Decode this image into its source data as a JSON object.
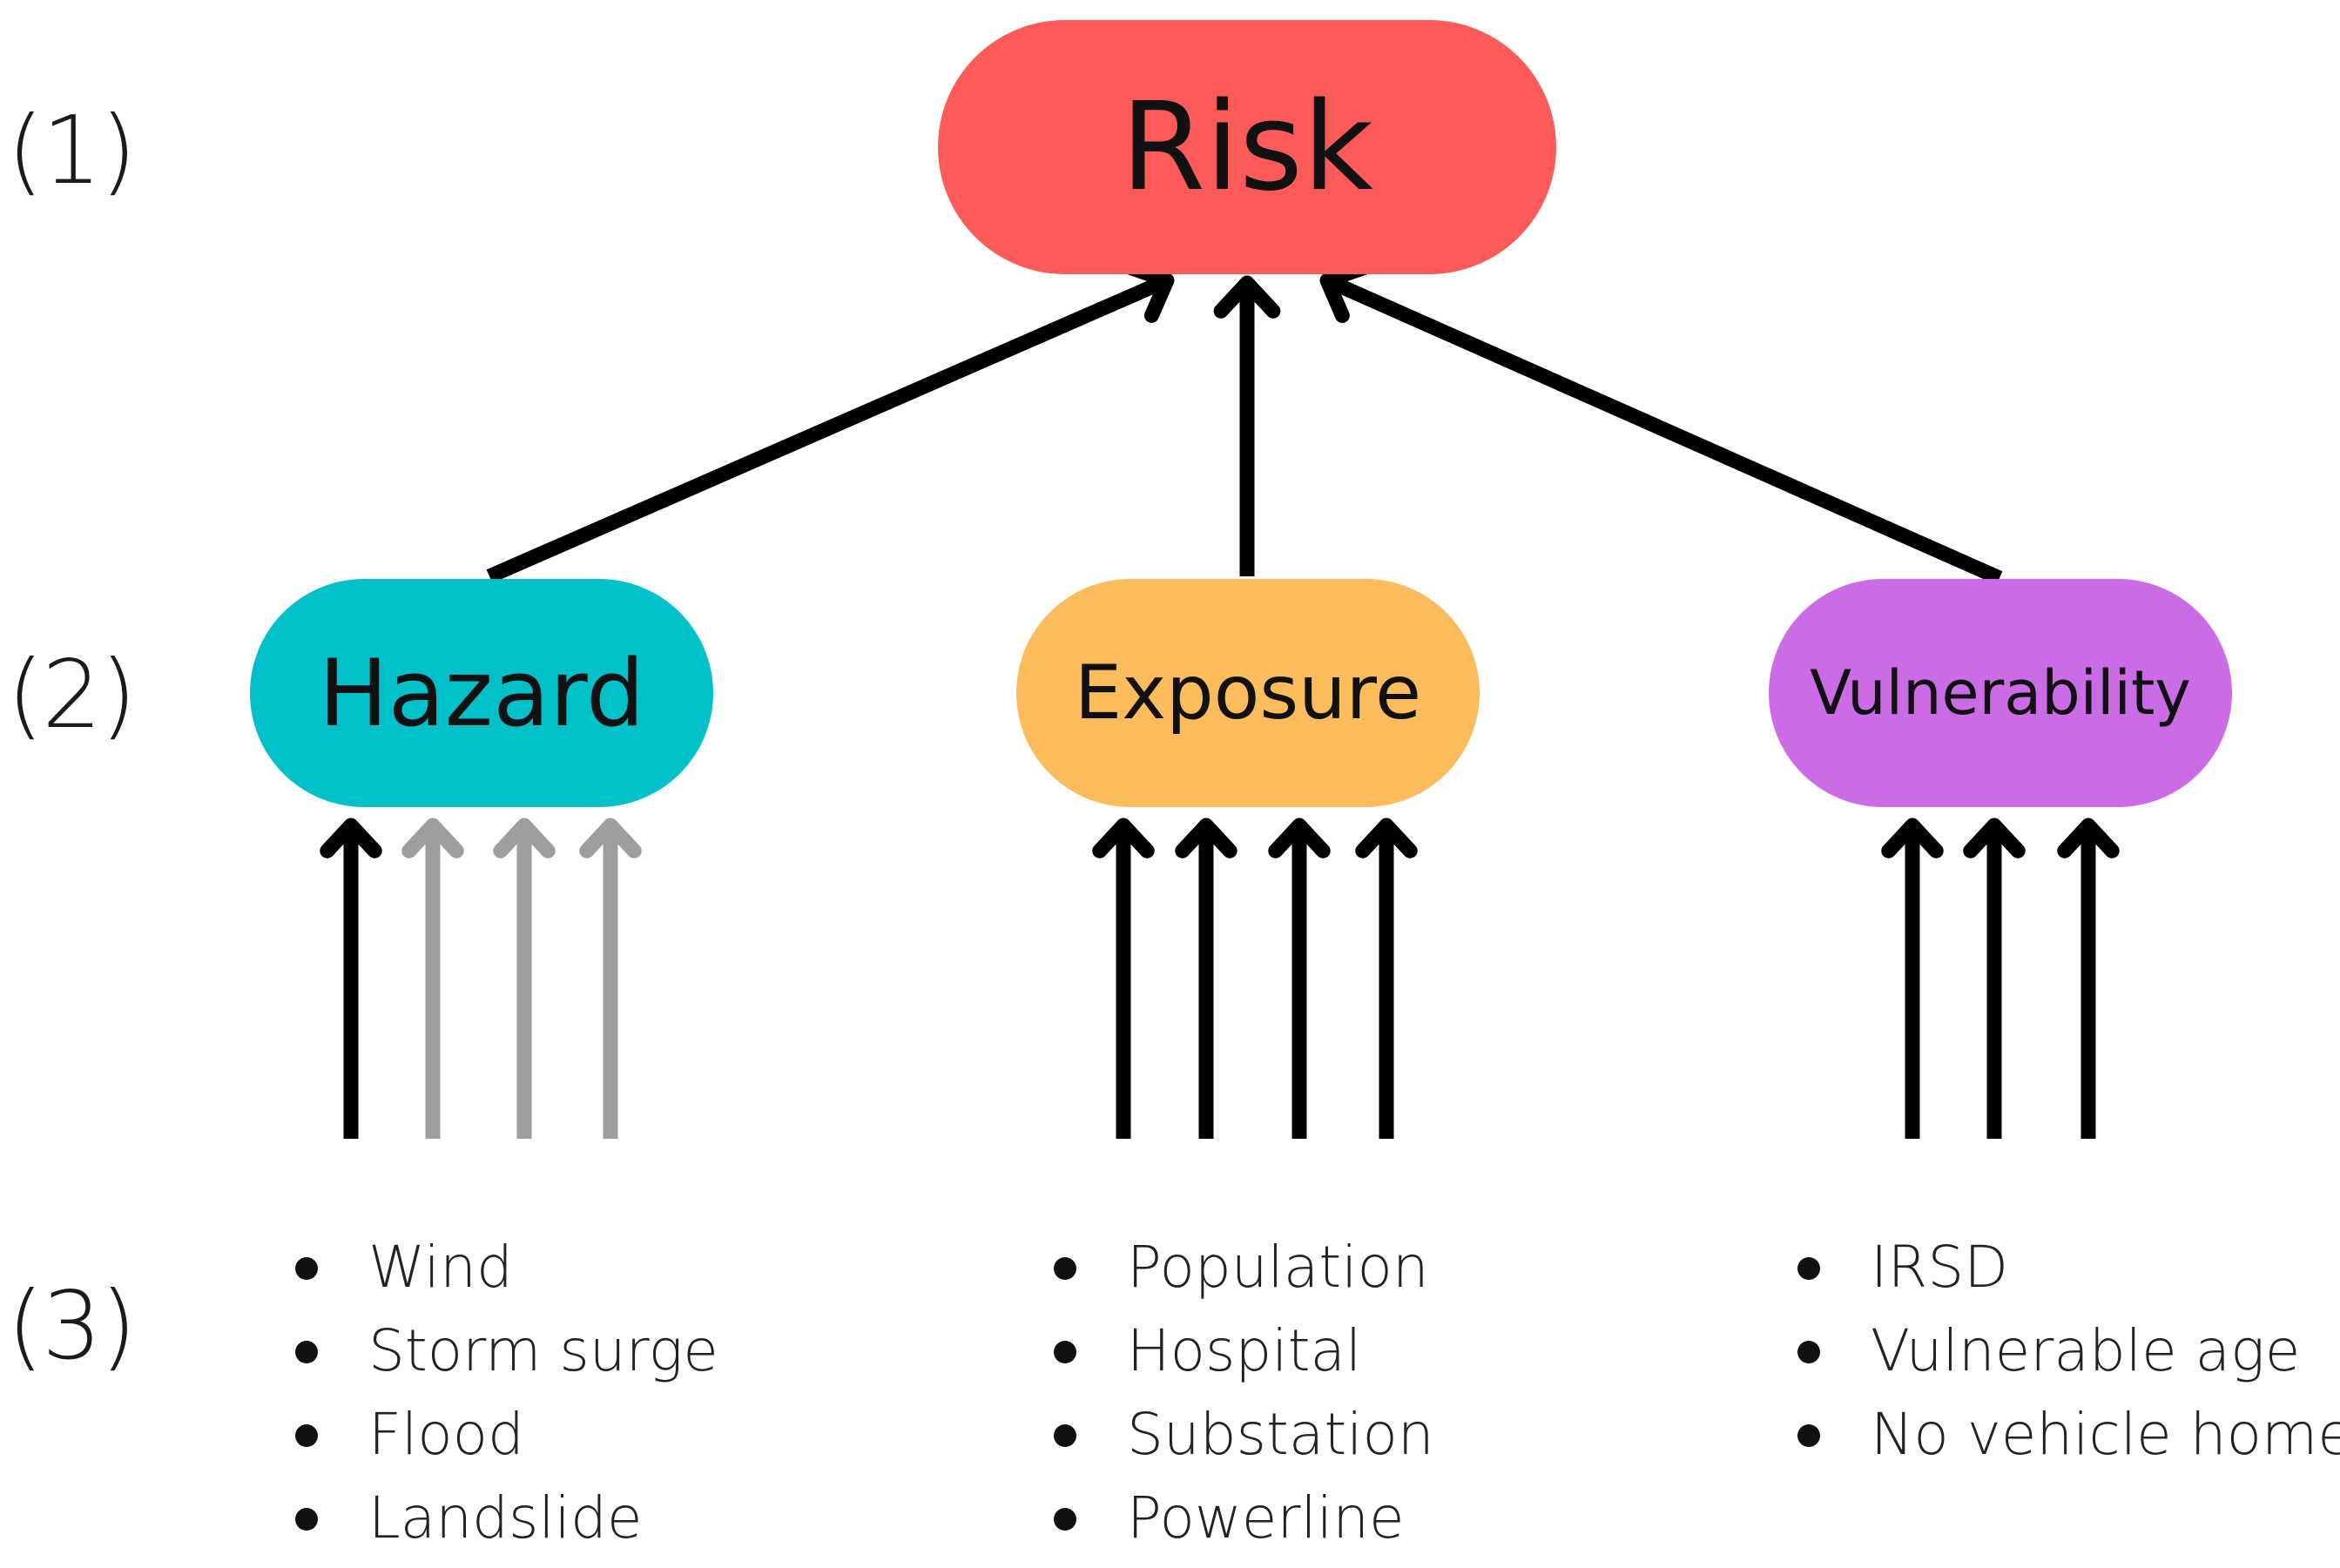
{
  "levels": [
    "(1)",
    "(2)",
    "(3)"
  ],
  "nodes": {
    "risk": {
      "label": "Risk",
      "color": "#FF5A5A"
    },
    "hazard": {
      "label": "Hazard",
      "color": "#00C1CA"
    },
    "exposure": {
      "label": "Exposure",
      "color": "#FDBC5C"
    },
    "vulnerability": {
      "label": "Vulnerability",
      "color": "#CB6CE6"
    }
  },
  "factors": {
    "hazard": [
      "Wind",
      "Storm surge",
      "Flood",
      "Landslide"
    ],
    "exposure": [
      "Population",
      "Hospital",
      "Substation",
      "Powerline"
    ],
    "vulnerability": [
      "IRSD",
      "Vulnerable age",
      "No vehicle home"
    ]
  },
  "input_arrows": {
    "hazard": [
      "included",
      "excluded",
      "excluded",
      "excluded"
    ],
    "exposure": [
      "included",
      "included",
      "included",
      "included"
    ],
    "vulnerability": [
      "included",
      "included",
      "included"
    ]
  },
  "colors": {
    "arrow_active": "#000000",
    "arrow_inactive": "#9E9E9E"
  }
}
